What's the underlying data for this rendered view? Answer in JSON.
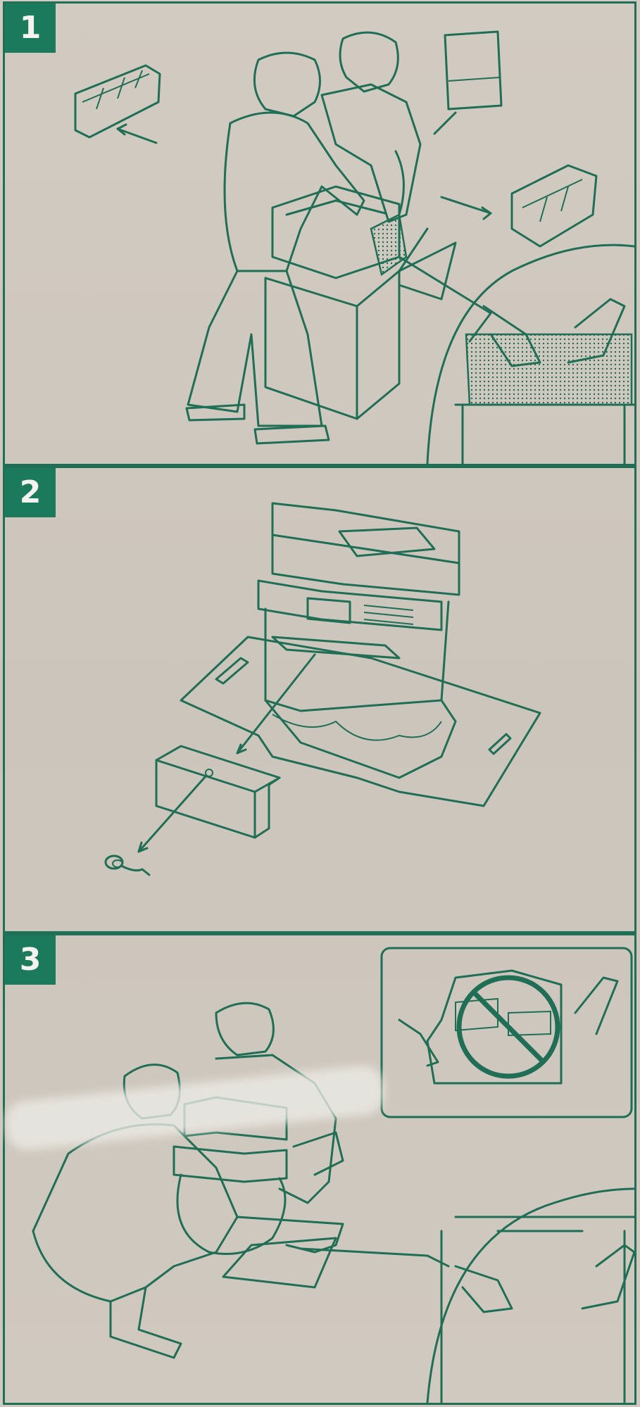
{
  "steps": [
    {
      "number": "1"
    },
    {
      "number": "2"
    },
    {
      "number": "3"
    }
  ],
  "colors": {
    "line": "#1f6e55",
    "badge": "#1b7a5b",
    "paper": "#d0c9bf"
  },
  "icons": {
    "step1": [
      "person-icon",
      "printer-icon",
      "packing-foam-icon",
      "box-icon",
      "hands-lifting-icon"
    ],
    "step2": [
      "printer-icon",
      "accessory-box-icon",
      "power-cord-icon",
      "cardboard-base-icon"
    ],
    "step3": [
      "person-icon",
      "printer-icon",
      "prohibited-icon",
      "hands-lifting-icon"
    ]
  }
}
